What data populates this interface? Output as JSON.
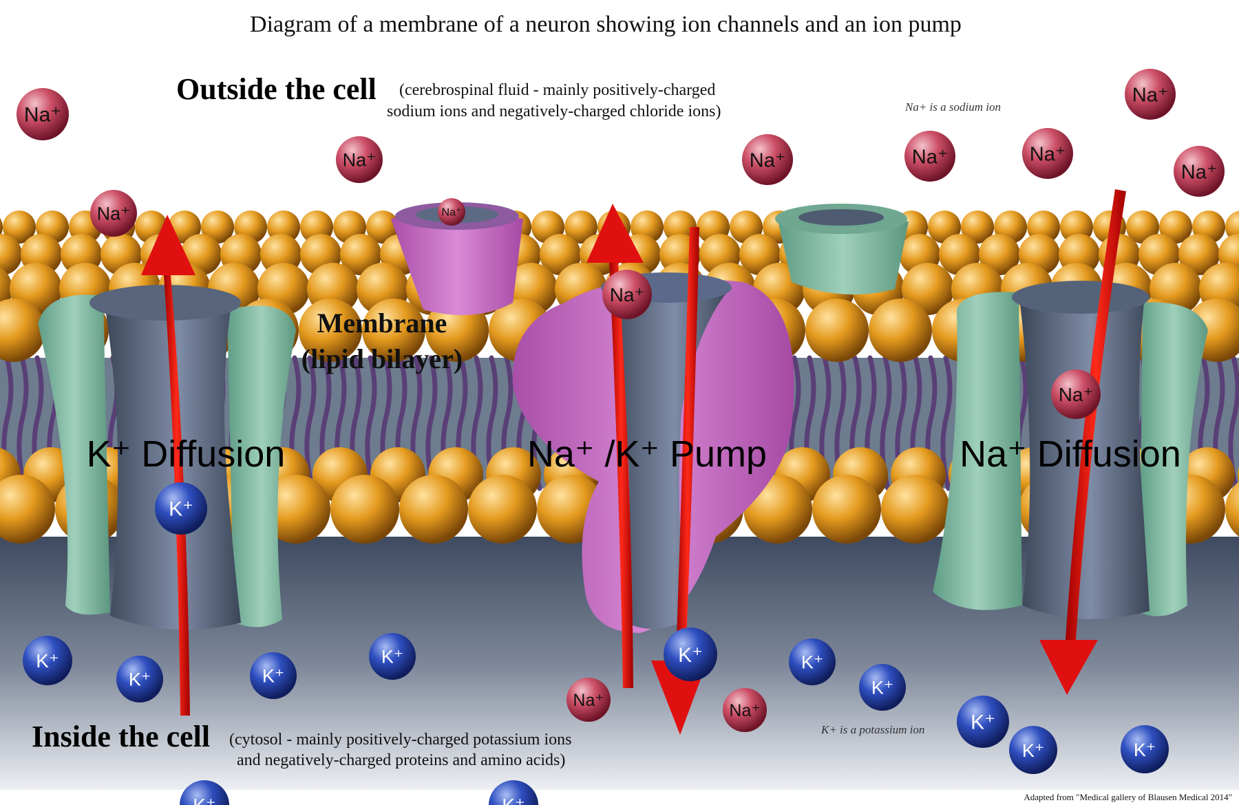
{
  "title": "Diagram of a membrane of a neuron showing ion channels and an ion pump",
  "outside": {
    "heading": "Outside the cell",
    "description_line1": "(cerebrospinal fluid - mainly positively-charged",
    "description_line2": "sodium ions and negatively-charged chloride ions)"
  },
  "inside": {
    "heading": "Inside the cell",
    "description_line1": "(cytosol - mainly positively-charged potassium ions",
    "description_line2": "and negatively-charged proteins and amino acids)"
  },
  "notes": {
    "sodium": "Na+ is a sodium ion",
    "potassium": "K+ is a potassium ion"
  },
  "membrane_label_line1": "Membrane",
  "membrane_label_line2": "(lipid bilayer)",
  "channels": {
    "k_diffusion": "K⁺ Diffusion",
    "pump": "Na⁺ /K⁺ Pump",
    "na_diffusion": "Na⁺ Diffusion"
  },
  "ion_labels": {
    "sodium": "Na⁺",
    "potassium": "K⁺"
  },
  "credit": "Adapted from \"Medical gallery of Blausen Medical 2014\"",
  "colors": {
    "sodium_ion": "#c9485f",
    "potassium_ion": "#2f4fb3",
    "lipid_head": "#e39a1c",
    "channel_teal": "#7bb59f",
    "pump_magenta": "#c86fc6",
    "arrow_red": "#e01010",
    "cytosol": "#5c6678"
  }
}
